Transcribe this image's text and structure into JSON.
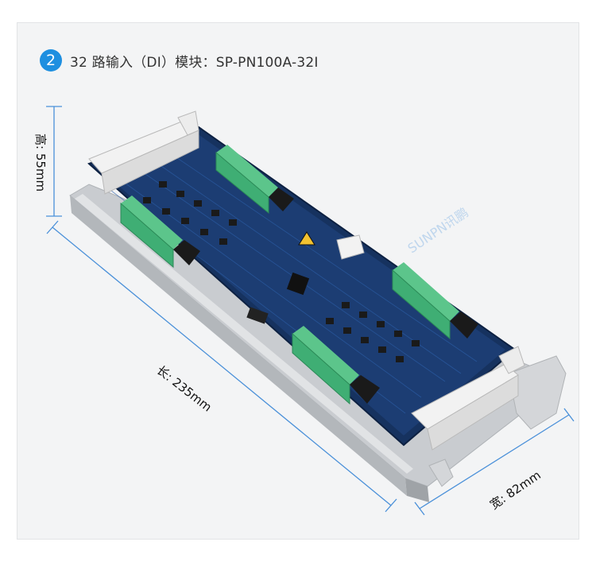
{
  "badge": "2",
  "title": "32 路输入（DI）模块：SP-PN100A-32I",
  "dimensions": {
    "height": "高: 55mm",
    "length": "长: 235mm",
    "width": "宽: 82mm"
  },
  "watermark": "SUNPN讯鹏",
  "colors": {
    "accent": "#1e8fe0",
    "pcb": "#16325f",
    "terminal": "#3fae74",
    "rail": "#c9ccd0"
  }
}
